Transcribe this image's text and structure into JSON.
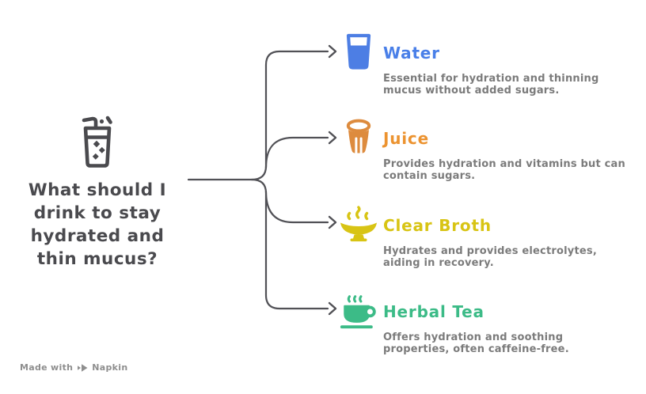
{
  "root": {
    "icon": "drink-cup-with-straw-icon",
    "question_lines": [
      "What should I",
      "drink to stay",
      "hydrated and",
      "thin mucus?"
    ]
  },
  "branches": [
    {
      "title": "Water",
      "icon": "water-glass-icon",
      "color": "#497fe8",
      "desc_lines": [
        "Essential for hydration and thinning",
        "mucus without added sugars."
      ]
    },
    {
      "title": "Juice",
      "icon": "juice-glass-icon",
      "color": "#ec9330",
      "desc_lines": [
        "Provides hydration and vitamins but can",
        "contain sugars."
      ]
    },
    {
      "title": "Clear Broth",
      "icon": "broth-bowl-icon",
      "color": "#d8c414",
      "desc_lines": [
        "Hydrates and provides electrolytes,",
        "aiding in recovery."
      ]
    },
    {
      "title": "Herbal Tea",
      "icon": "tea-cup-icon",
      "color": "#3cbb87",
      "desc_lines": [
        "Offers hydration and soothing",
        "properties, often caffeine-free."
      ]
    }
  ],
  "watermark": {
    "prefix": "Made with",
    "brand": "Napkin"
  },
  "colors": {
    "text_dark": "#4a4a4e",
    "connector": "#515156",
    "description_gray": "#7b7b7b",
    "watermark_gray": "#8e8e8e",
    "water_blue": "#497fe8",
    "juice_orange": "#e8913a",
    "broth_yellow": "#d8c414",
    "tea_green": "#3cbb87",
    "background": "#ffffff"
  }
}
